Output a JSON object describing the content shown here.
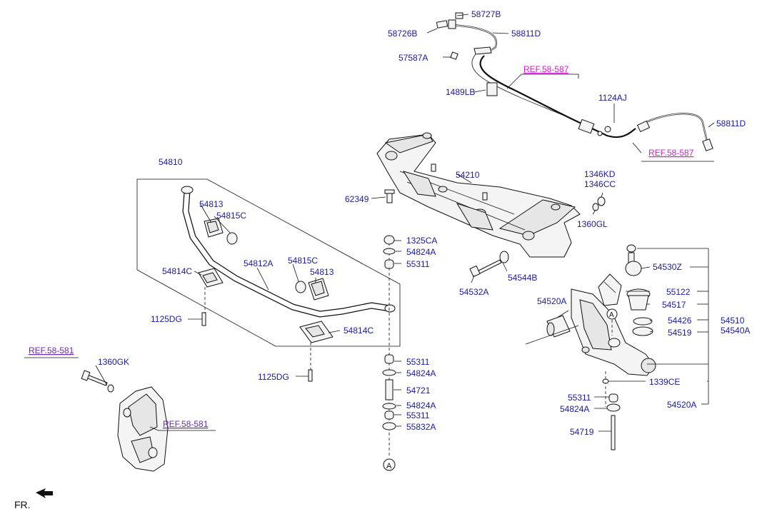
{
  "diagram": {
    "labels": {
      "p58727B": "58727B",
      "p58726B": "58726B",
      "p58811D_top": "58811D",
      "p57587A": "57587A",
      "ref58587_top": "REF.58-587",
      "p1489LB": "1489LB",
      "p1124AJ": "1124AJ",
      "p58811D_right": "58811D",
      "ref58587_right": "REF.58-587",
      "p54810": "54810",
      "p54813_a": "54813",
      "p54815C_a": "54815C",
      "p54812A": "54812A",
      "p54815C_b": "54815C",
      "p54813_b": "54813",
      "p54814C_a": "54814C",
      "p1125DG_a": "1125DG",
      "p54814C_b": "54814C",
      "p1125DG_b": "1125DG",
      "p54210": "54210",
      "p62349": "62349",
      "p1346KD": "1346KD",
      "p1346CC": "1346CC",
      "p1360GL": "1360GL",
      "p1325CA": "1325CA",
      "p54824A_1": "54824A",
      "p55311_1": "55311",
      "p54544B": "54544B",
      "p54532A": "54532A",
      "p55311_2": "55311",
      "p54824A_2": "54824A",
      "p54721": "54721",
      "p54824A_3": "54824A",
      "p55311_3": "55311",
      "p55832A": "55832A",
      "ref58581_left": "REF.58-581",
      "p1360GK": "1360GK",
      "ref58581_mid": "REF.58-581",
      "p54530Z": "54530Z",
      "p55122": "55122",
      "p54520A_1": "54520A",
      "p54517": "54517",
      "p54426": "54426",
      "p54510": "54510",
      "p54540A": "54540A",
      "p54519": "54519",
      "p1339CE": "1339CE",
      "p55311_4": "55311",
      "p54824A_4": "54824A",
      "p54520A_2": "54520A",
      "p54719": "54719",
      "circleA": "A",
      "fr": "FR."
    }
  }
}
